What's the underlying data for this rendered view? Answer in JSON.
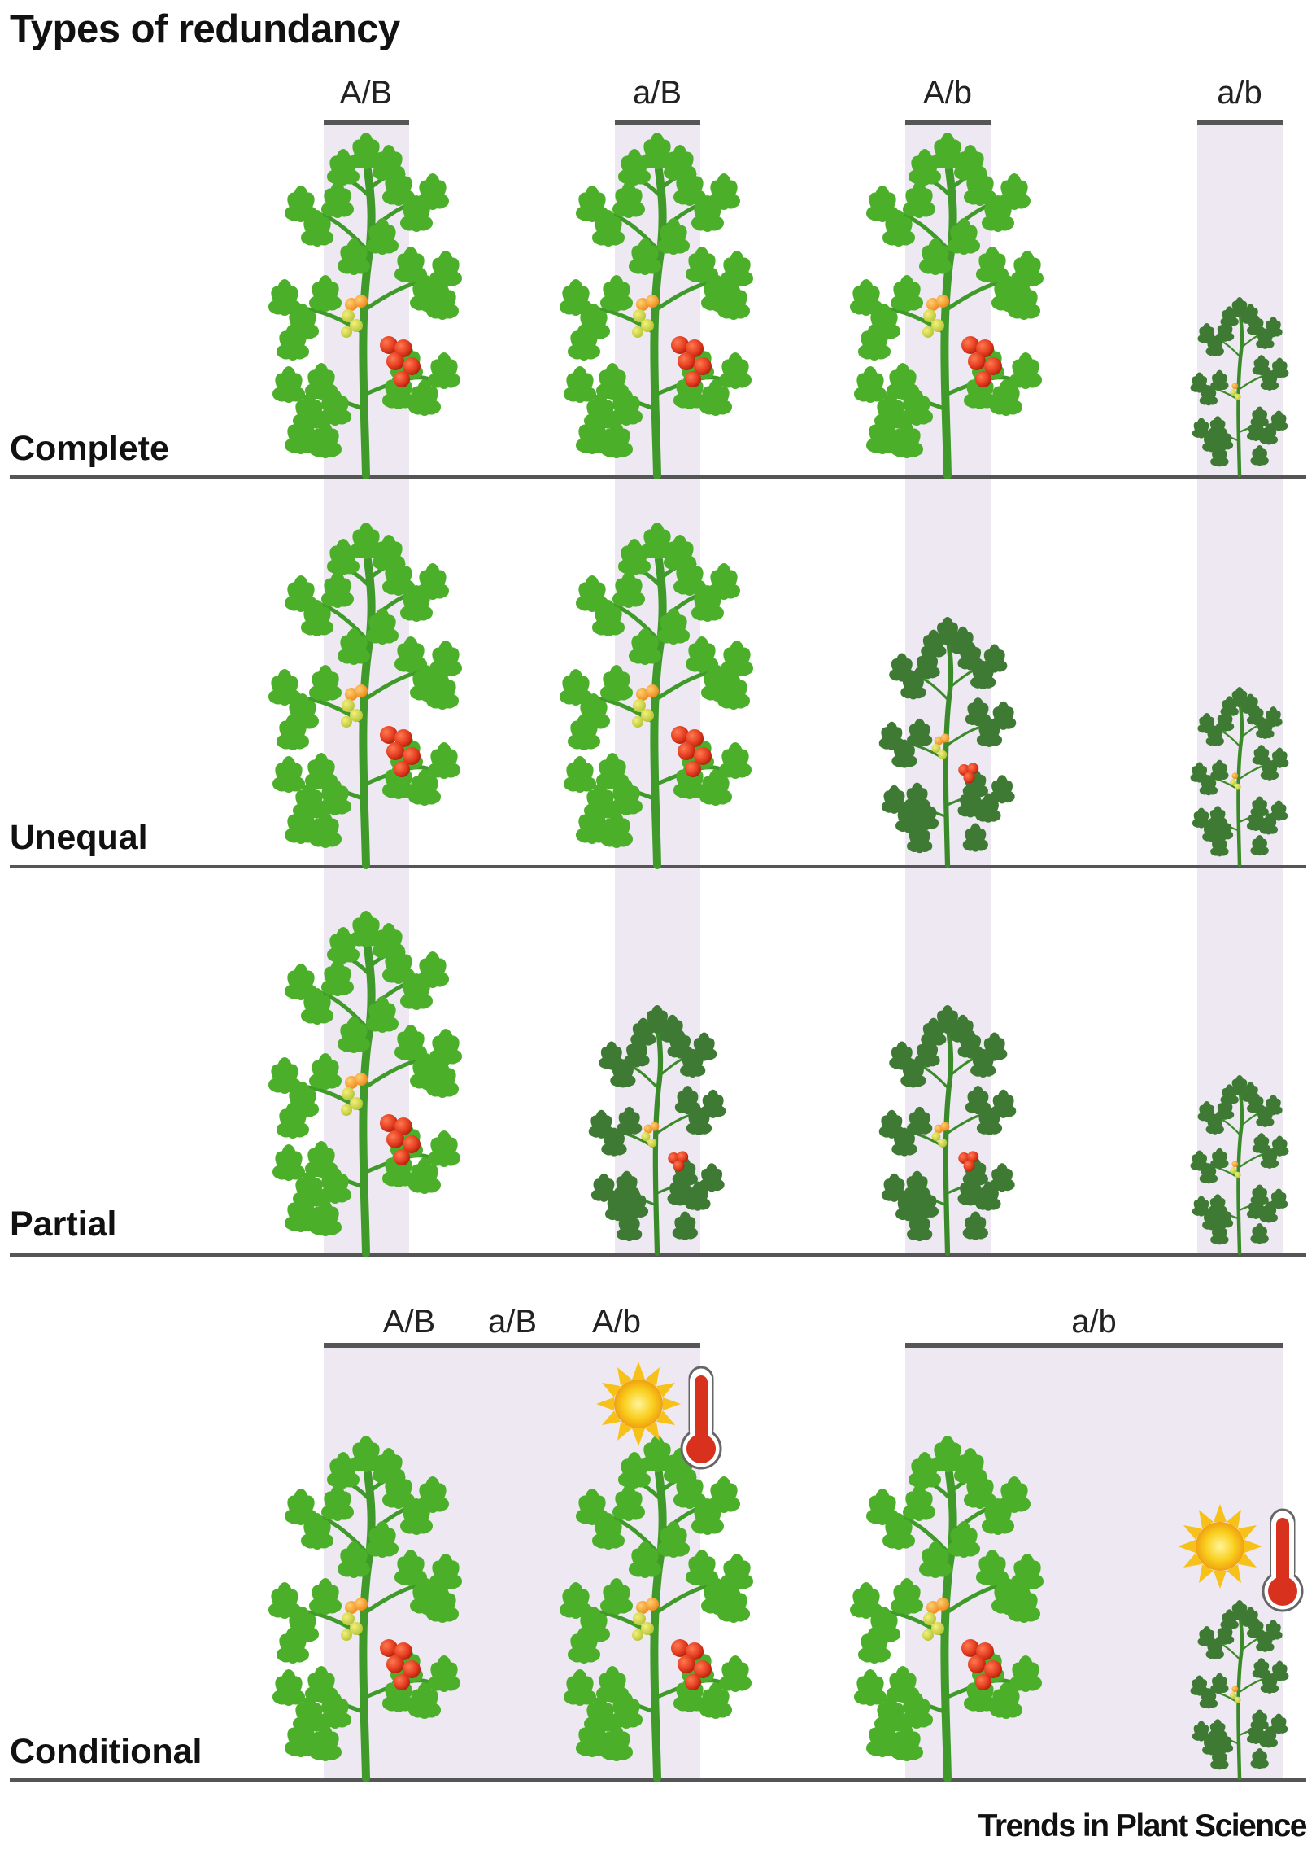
{
  "title": "Types of redundancy",
  "column_labels": [
    "A/B",
    "a/B",
    "A/b",
    "a/b"
  ],
  "rows": [
    {
      "label": "Complete",
      "plants": [
        "full",
        "full",
        "full",
        "small"
      ]
    },
    {
      "label": "Unequal",
      "plants": [
        "full",
        "full",
        "medium",
        "small"
      ]
    },
    {
      "label": "Partial",
      "plants": [
        "full",
        "medium",
        "medium",
        "small"
      ]
    },
    {
      "label": "Conditional",
      "plants": [
        "full",
        "full",
        "full",
        "small"
      ]
    }
  ],
  "conditional": {
    "group_labels": [
      "A/B",
      "a/B",
      "A/b",
      "a/b"
    ],
    "stress_icons": [
      "sun-icon",
      "thermometer-icon"
    ]
  },
  "footer": "Trends in Plant Science",
  "colors": {
    "column_band": "#ede8f1",
    "divider": "#555555",
    "leaf_healthy": "#4caf2a",
    "leaf_stressed": "#3e7a33",
    "stem": "#3f9a2a",
    "tomato": "#e23a1e",
    "sun": "#f6c21a",
    "thermometer": "#d8321e"
  }
}
